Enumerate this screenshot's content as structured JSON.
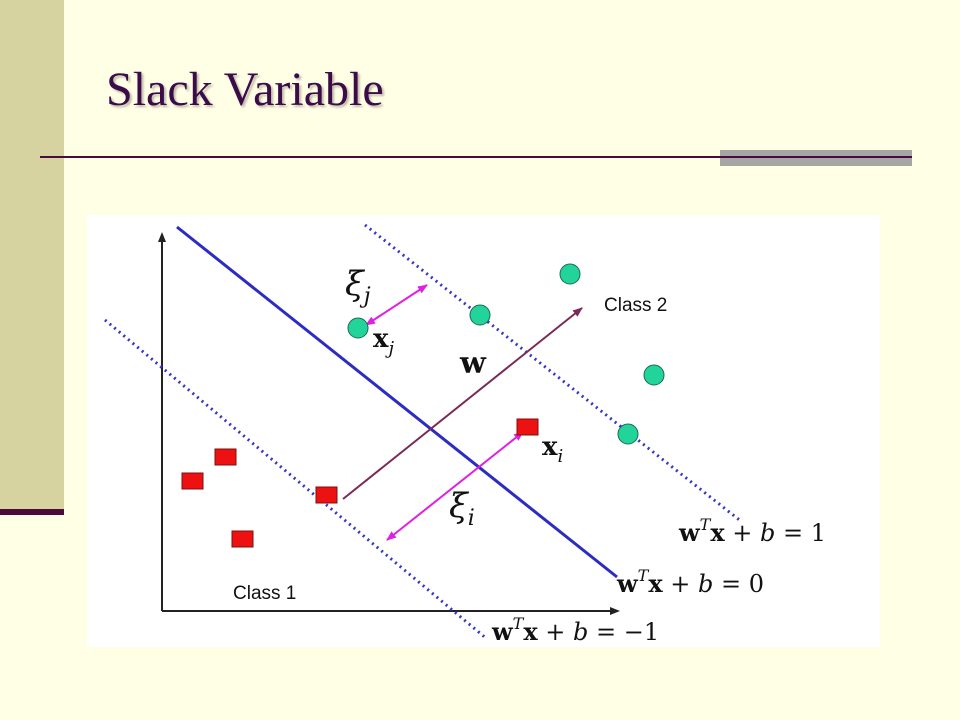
{
  "slide": {
    "title": "Slack Variable"
  },
  "diagram": {
    "class1_label": "Class 1",
    "class2_label": "Class 2",
    "w_label": "w",
    "xi_j": {
      "sym": "ξ",
      "sub": "j"
    },
    "xi_i": {
      "sym": "ξ",
      "sub": "i"
    },
    "x_j": {
      "sym": "x",
      "sub": "j"
    },
    "x_i": {
      "sym": "x",
      "sub": "i"
    },
    "eq_pos": {
      "w": "w",
      "sup": "T",
      "x": "x",
      "plus": " + ",
      "b": "b",
      "rhs": " = 1"
    },
    "eq_zero": {
      "w": "w",
      "sup": "T",
      "x": "x",
      "plus": " + ",
      "b": "b",
      "rhs": " = 0"
    },
    "eq_neg": {
      "w": "w",
      "sup": "T",
      "x": "x",
      "plus": " + ",
      "b": "b",
      "rhs": " = −1"
    },
    "colors": {
      "hyperplane": "#2c2cc2",
      "margin": "#3535c8",
      "axis": "#222222",
      "normal_vector": "#7a2a55",
      "slack_arrow": "#e020e0",
      "class1_fill": "#ee1111",
      "class2_fill": "#22d49a"
    }
  }
}
